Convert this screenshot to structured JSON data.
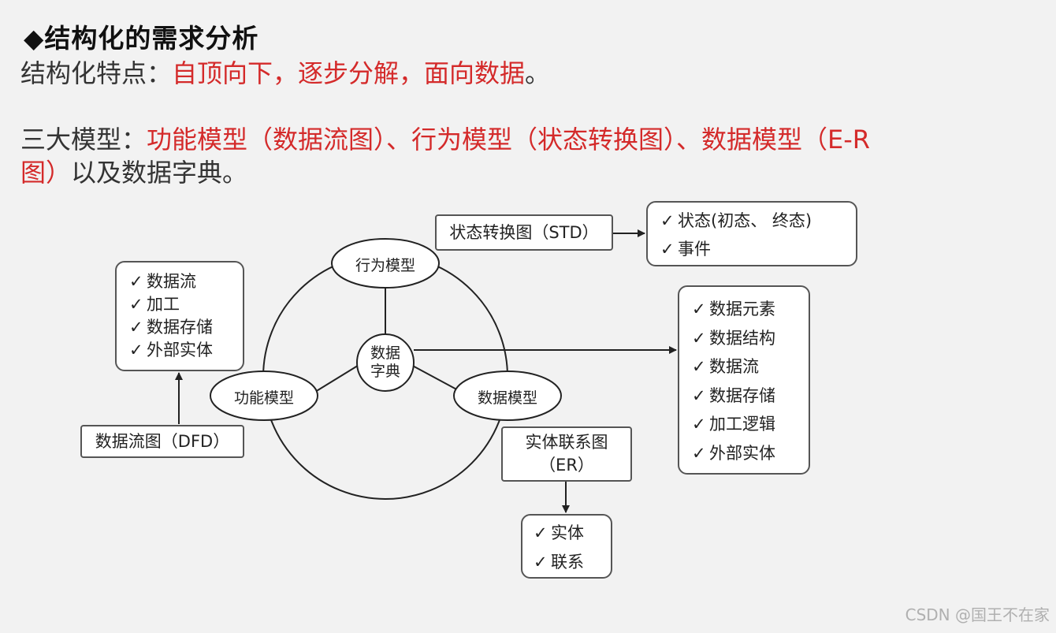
{
  "heading": {
    "bullet": "◆",
    "text": "结构化的需求分析"
  },
  "line1": {
    "prefix": "结构化特点：",
    "highlight": "自顶向下，逐步分解，面向数据",
    "suffix": "。"
  },
  "line2": {
    "prefix": "三大模型：",
    "highlight1": "功能模型（数据流图）、行为模型（状态转换图）、数据模型（E-R",
    "highlight2": "图）",
    "suffix": "以及数据字典。"
  },
  "diagram": {
    "check_mark": "✓",
    "behavior_model": "行为模型",
    "function_model": "功能模型",
    "data_model": "数据模型",
    "dict_line1": "数据",
    "dict_line2": "字典",
    "std_label": "状态转换图（STD）",
    "std_items": [
      "状态(初态、 终态)",
      "事件"
    ],
    "dfd_label": "数据流图（DFD）",
    "dfd_items": [
      "数据流",
      "加工",
      "数据存储",
      "外部实体"
    ],
    "dict_items": [
      "数据元素",
      "数据结构",
      "数据流",
      "数据存储",
      "加工逻辑",
      "外部实体"
    ],
    "er_label_line1": "实体联系图",
    "er_label_line2": "（ER）",
    "er_items": [
      "实体",
      "联系"
    ]
  },
  "watermark": "CSDN @国王不在家"
}
